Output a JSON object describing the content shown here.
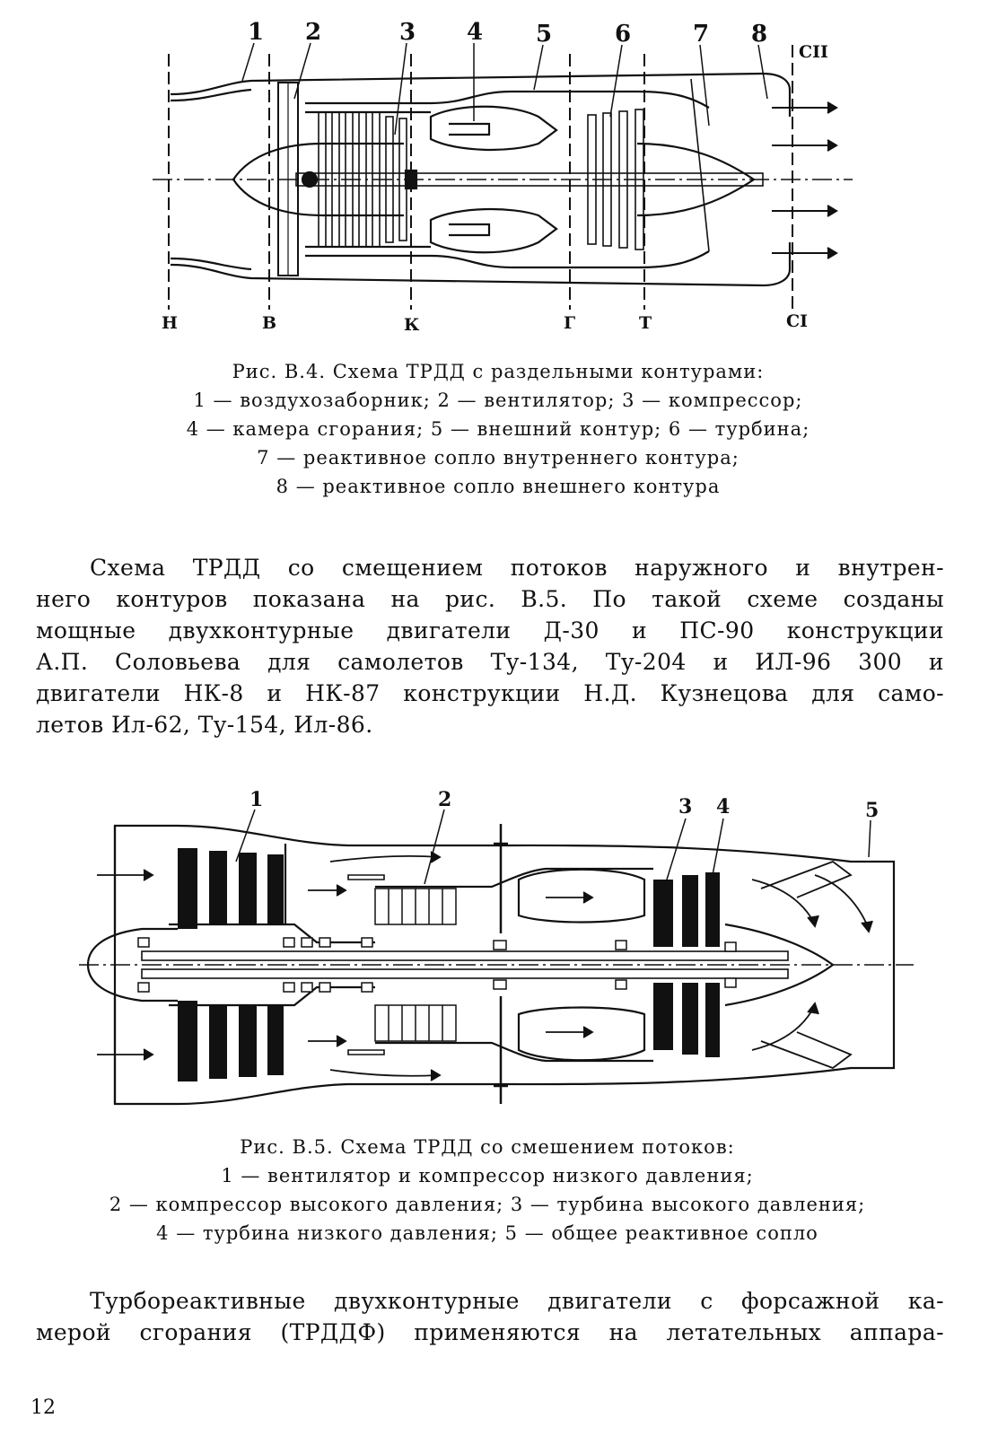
{
  "figure1": {
    "part_numbers": [
      "1",
      "2",
      "3",
      "4",
      "5",
      "6",
      "7",
      "8"
    ],
    "section_labels_bottom": [
      "Н",
      "В",
      "К",
      "Г",
      "Т",
      "СI"
    ],
    "section_label_top": "СII",
    "caption": {
      "title": "Рис. В.4. Схема ТРДД с раздельными контурами:",
      "line2": "1 — воздухозаборник; 2 — вентилятор; 3 — компрессор;",
      "line3": "4 — камера сгорания; 5 — внешний контур; 6 — турбина;",
      "line4": "7 — реактивное сопло внутреннего контура;",
      "line5": "8 — реактивное сопло внешнего контура"
    }
  },
  "paragraph1": [
    "Схема ТРДД со смещением потоков наружного и внутрен-",
    "него контуров показана на рис. В.5. По такой схеме созданы",
    "мощные двухконтурные двигатели Д-30 и ПС-90 конструкции",
    "А.П. Соловьева для самолетов Ту-134, Ту-204 и ИЛ-96 300 и",
    "двигатели НК-8 и НК-87 конструкции Н.Д. Кузнецова для само-",
    "летов Ил-62, Ту-154, Ил-86."
  ],
  "figure2": {
    "part_numbers": [
      "1",
      "2",
      "3",
      "4",
      "5"
    ],
    "caption": {
      "title": "Рис. В.5. Схема ТРДД со смешением потоков:",
      "line2": "1 — вентилятор и компрессор низкого давления;",
      "line3": "2 — компрессор высокого давления; 3 — турбина высокого давления;",
      "line4": "4 — турбина низкого давления; 5 — общее реактивное сопло"
    }
  },
  "paragraph2": [
    "Турбореактивные двухконтурные двигатели с форсажной ка-",
    "мерой сгорания (ТРДДФ) применяются на летательных аппара-"
  ],
  "page_number": "12"
}
